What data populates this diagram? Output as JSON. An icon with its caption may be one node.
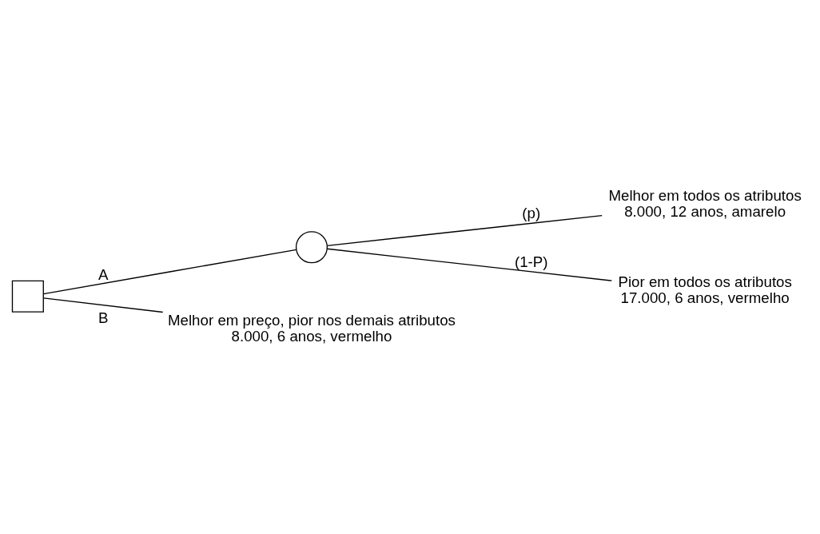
{
  "diagram": {
    "nodes": [
      {
        "text": [],
        "shape": "box"
      },
      {
        "text": [],
        "shape": "circle"
      },
      {
        "text": [
          "Melhor em todos os atributos",
          "8.000, 12 anos, amarelo"
        ]
      },
      {
        "text": [
          "Pior em todos os atributos",
          "17.000, 6 anos, vermelho"
        ]
      },
      {
        "text": [
          "Melhor em preço, pior nos demais atributos",
          "8.000, 6 anos, vermelho"
        ]
      }
    ],
    "edges": [
      {
        "from": 0,
        "to": 1,
        "arrow": "none",
        "label": "A"
      },
      {
        "from": 1,
        "to": 2,
        "arrow": "none",
        "label": "(p)"
      },
      {
        "from": 1,
        "to": 3,
        "arrow": "none",
        "label": "(1-P)"
      },
      {
        "from": 0,
        "to": 4,
        "arrow": "none",
        "label": "B"
      }
    ]
  }
}
